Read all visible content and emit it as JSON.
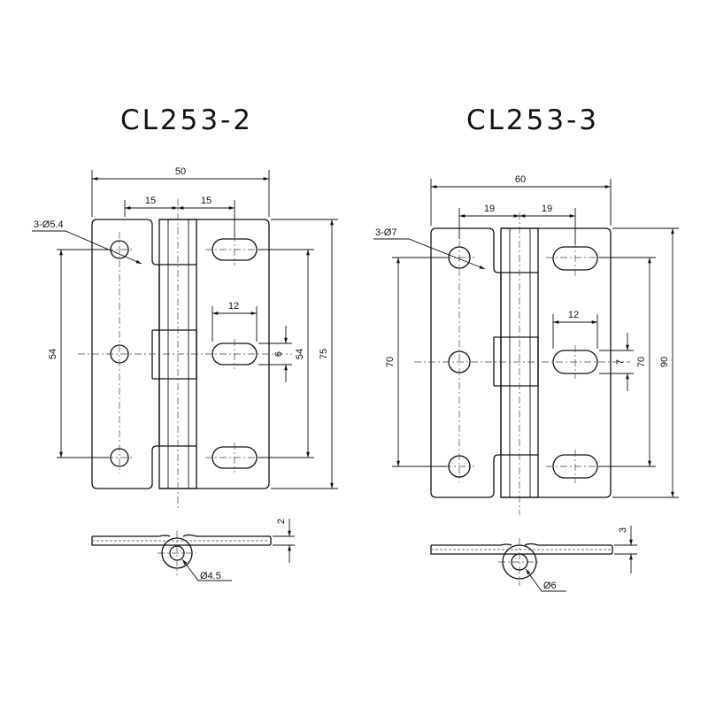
{
  "hinges": [
    {
      "model": "CL253-2",
      "dims": {
        "width": "50",
        "half_left": "15",
        "half_right": "15",
        "hole_spec": "3-Ø5.4",
        "hole_pitch": "54",
        "slot_length": "12",
        "slot_width": "6",
        "slot_pitch": "54",
        "height": "75",
        "thickness": "2",
        "pin_dia": "Ø4.5"
      }
    },
    {
      "model": "CL253-3",
      "dims": {
        "width": "60",
        "half_left": "19",
        "half_right": "19",
        "hole_spec": "3-Ø7",
        "hole_pitch": "70",
        "slot_length": "12",
        "slot_width": "7",
        "slot_pitch": "70",
        "height": "90",
        "thickness": "3",
        "pin_dia": "Ø6"
      }
    }
  ]
}
